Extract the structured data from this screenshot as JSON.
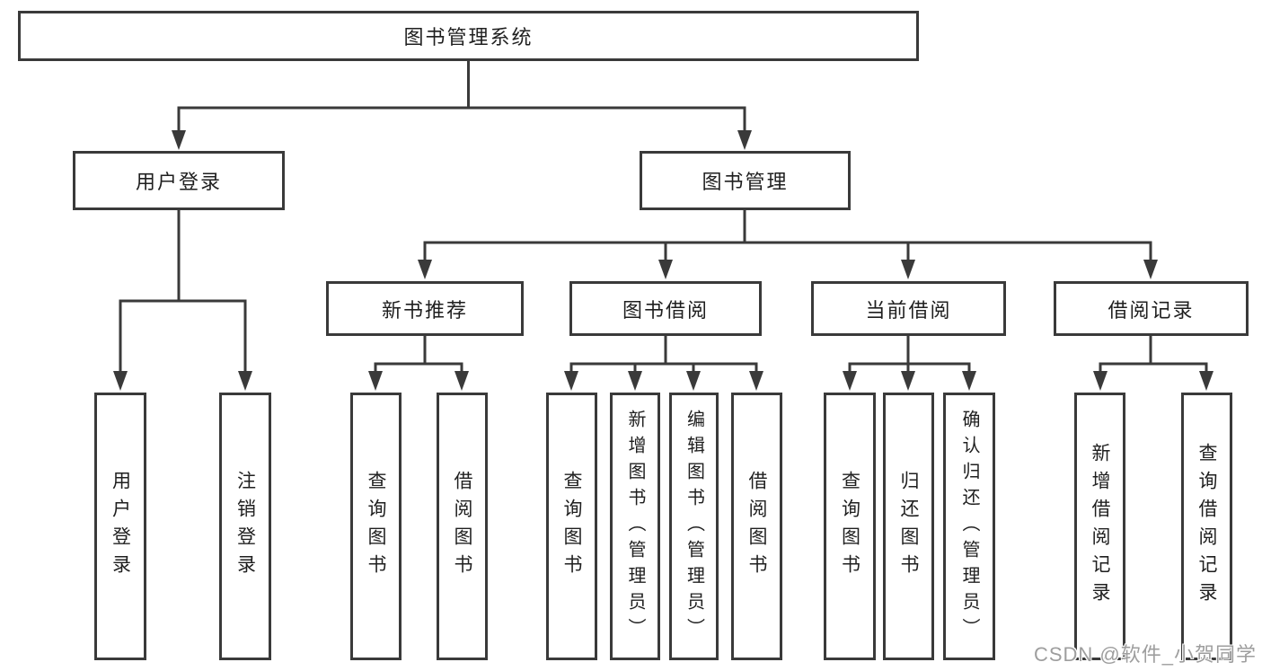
{
  "diagram": {
    "type": "tree-diagram",
    "colors": {
      "line": "#3a3a3a",
      "text": "#1f1f1f",
      "background": "#ffffff",
      "watermark": "#9e9e9e"
    },
    "root": {
      "label": "图书管理系统"
    },
    "branches": [
      {
        "label": "用户登录",
        "children": [
          {
            "label": "用户登录"
          },
          {
            "label": "注销登录"
          }
        ]
      },
      {
        "label": "图书管理",
        "children": [
          {
            "label": "新书推荐",
            "children": [
              {
                "label": "查询图书"
              },
              {
                "label": "借阅图书"
              }
            ]
          },
          {
            "label": "图书借阅",
            "children": [
              {
                "label": "查询图书"
              },
              {
                "label": "新增图书（管理员）"
              },
              {
                "label": "编辑图书（管理员）"
              },
              {
                "label": "借阅图书"
              }
            ]
          },
          {
            "label": "当前借阅",
            "children": [
              {
                "label": "查询图书"
              },
              {
                "label": "归还图书"
              },
              {
                "label": "确认归还（管理员）"
              }
            ]
          },
          {
            "label": "借阅记录",
            "children": [
              {
                "label": "新增借阅记录"
              },
              {
                "label": "查询借阅记录"
              }
            ]
          }
        ]
      }
    ],
    "watermark": {
      "text": "CSDN @软件_小贺同学"
    }
  }
}
